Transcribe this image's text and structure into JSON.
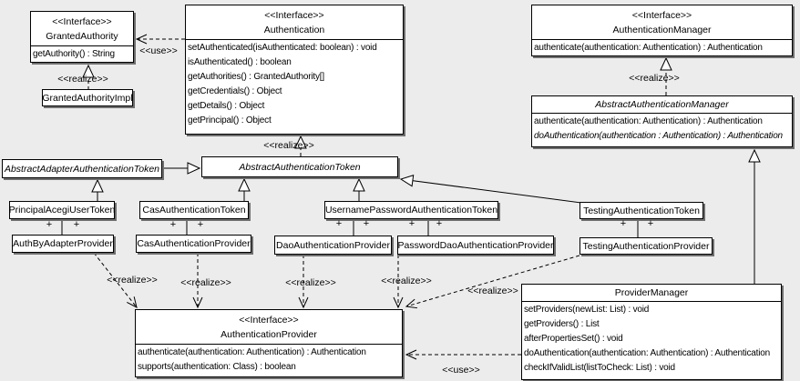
{
  "labels": {
    "use": "<<use>>",
    "realize": "<<realize>>",
    "plus": "+"
  },
  "classes": {
    "granted_authority": {
      "stereotype": "<<Interface>>",
      "name": "GrantedAuthority",
      "methods": [
        "getAuthority() : String"
      ]
    },
    "granted_authority_impl": {
      "name": "GrantedAuthorityImpl"
    },
    "authentication": {
      "stereotype": "<<Interface>>",
      "name": "Authentication",
      "methods": [
        "setAuthenticated(isAuthenticated: boolean) : void",
        "isAuthenticated() : boolean",
        "getAuthorities() : GrantedAuthority[]",
        "getCredentials() : Object",
        "getDetails() : Object",
        "getPrincipal() : Object"
      ]
    },
    "authentication_manager": {
      "stereotype": "<<Interface>>",
      "name": "AuthenticationManager",
      "methods": [
        "authenticate(authentication: Authentication) : Authentication"
      ]
    },
    "abstract_authentication_manager": {
      "name": "AbstractAuthenticationManager",
      "methods": [
        "authenticate(authentication: Authentication) : Authentication",
        "doAuthentication(authentication : Authentication) : Authentication"
      ]
    },
    "abstract_adapter_authentication_token": {
      "name": "AbstractAdapterAuthenticationToken"
    },
    "abstract_authentication_token": {
      "name": "AbstractAuthenticationToken"
    },
    "principal_acegi_user_token": {
      "name": "PrincipalAcegiUserToken"
    },
    "cas_authentication_token": {
      "name": "CasAuthenticationToken"
    },
    "username_password_authentication_token": {
      "name": "UsernamePasswordAuthenticationToken"
    },
    "testing_authentication_token": {
      "name": "TestingAuthenticationToken"
    },
    "auth_by_adapter_provider": {
      "name": "AuthByAdapterProvider"
    },
    "cas_authentication_provider": {
      "name": "CasAuthenticationProvider"
    },
    "dao_authentication_provider": {
      "name": "DaoAuthenticationProvider"
    },
    "password_dao_authentication_provider": {
      "name": "PasswordDaoAuthenticationProvider"
    },
    "testing_authentication_provider": {
      "name": "TestingAuthenticationProvider"
    },
    "authentication_provider": {
      "stereotype": "<<Interface>>",
      "name": "AuthenticationProvider",
      "methods": [
        "authenticate(authentication: Authentication) : Authentication",
        "supports(authentication: Class) : boolean"
      ]
    },
    "provider_manager": {
      "name": "ProviderManager",
      "methods": [
        "setProviders(newList: List) : void",
        "getProviders() : List",
        "afterPropertiesSet() : void",
        "doAuthentication(authentication: Authentication) : Authentication",
        "checkIfValidList(listToCheck: List) : void"
      ]
    }
  }
}
